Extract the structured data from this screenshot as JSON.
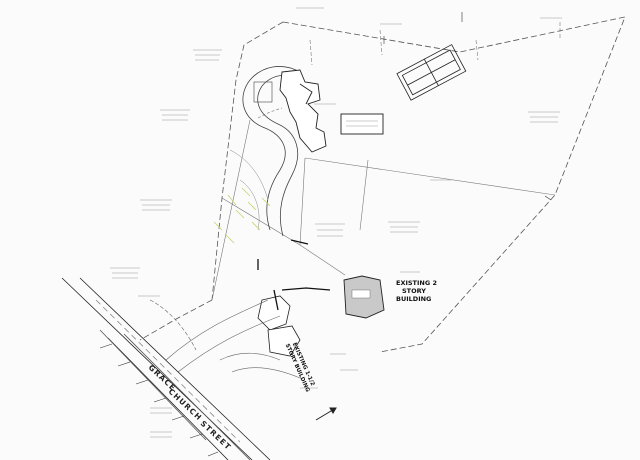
{
  "plan": {
    "existing_2_story": [
      "EXISTING 2",
      "STORY",
      "BUILDING"
    ],
    "existing_1_5_story": [
      "EXISTING 1-1/2",
      "STORY BUILDING"
    ],
    "streets": {
      "grace": "GRACE",
      "church": "CHURCH",
      "street": "STREET"
    }
  },
  "colors": {
    "line": "#555555",
    "bold_line": "#222222",
    "tree": "#c8d26a",
    "gray_fill": "#c9c9c9"
  }
}
